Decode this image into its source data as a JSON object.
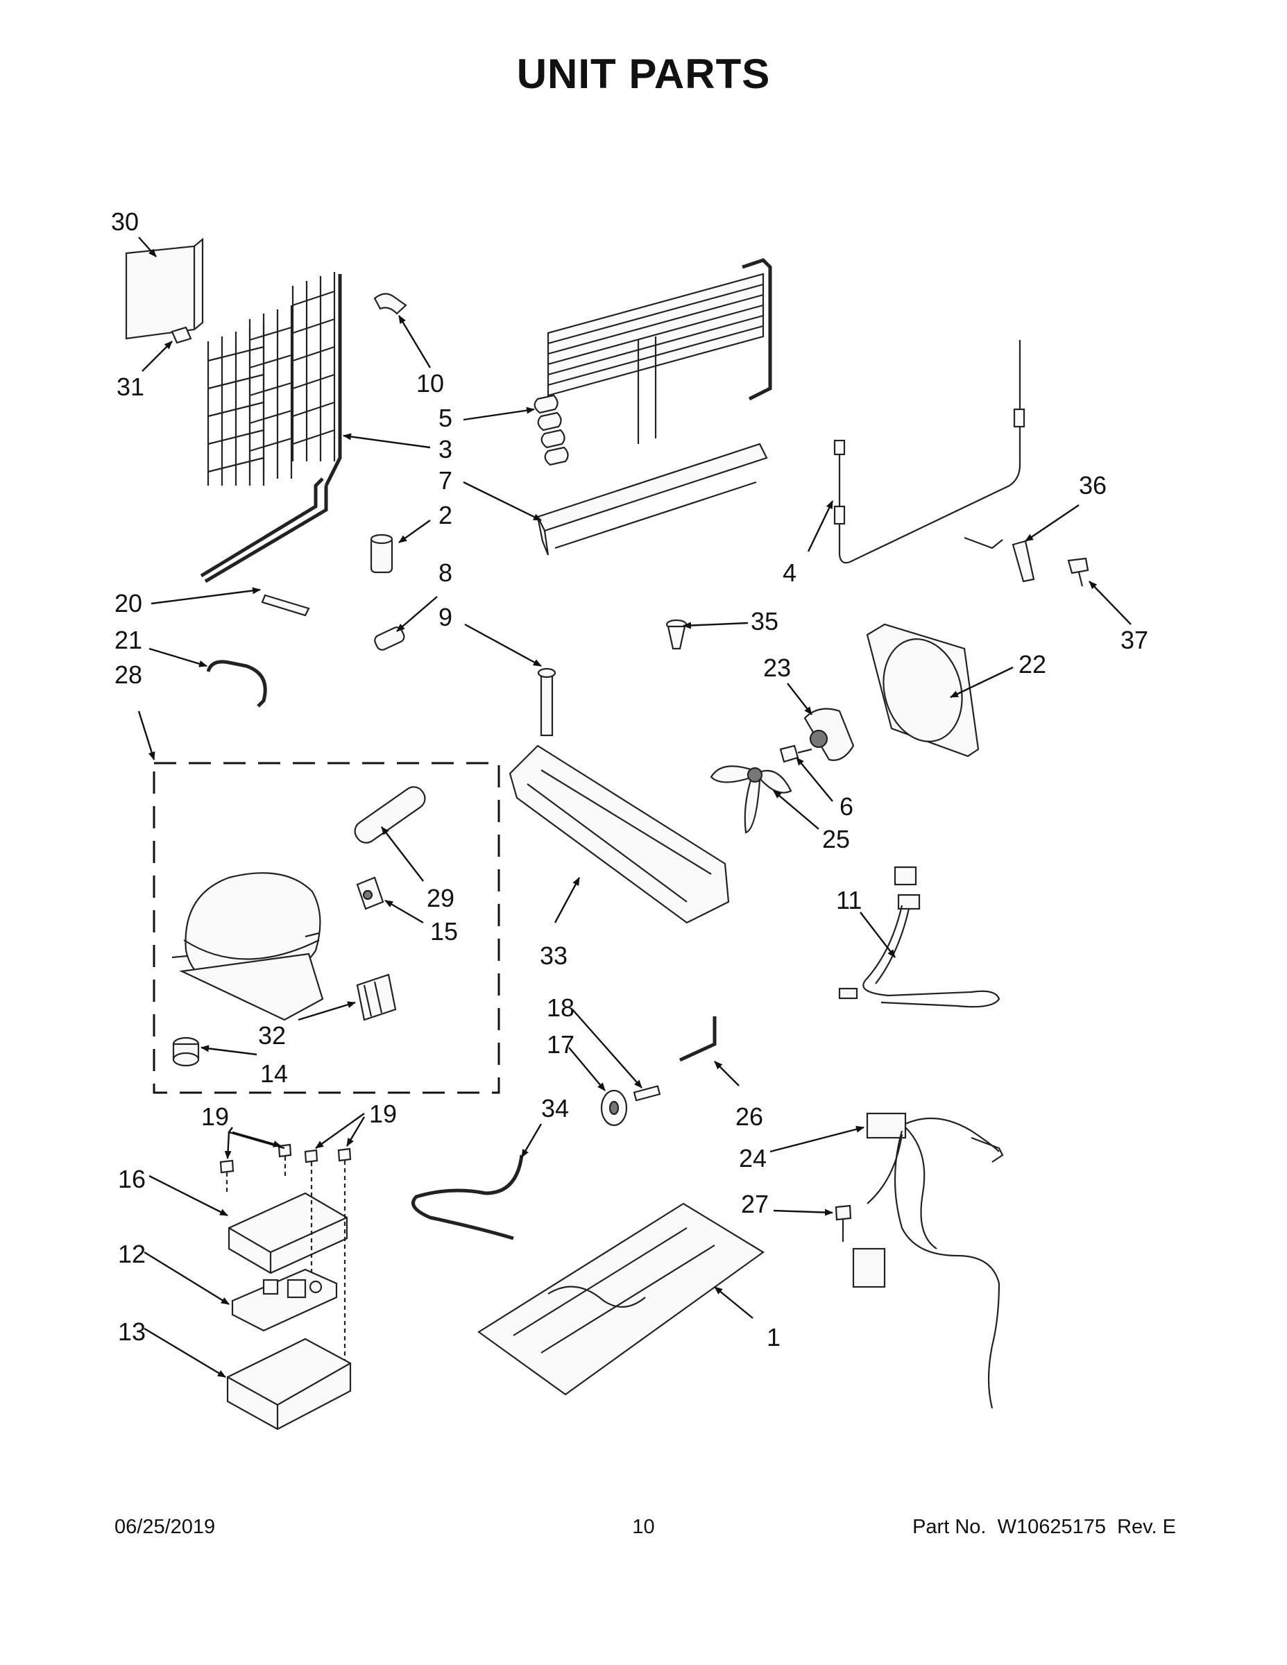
{
  "title": "UNIT PARTS",
  "footer": {
    "date": "06/25/2019",
    "page": "10",
    "part_label": "Part No.",
    "part_number": "W10625175",
    "rev": "Rev. E"
  },
  "callouts": {
    "c1": "1",
    "c2": "2",
    "c3": "3",
    "c4": "4",
    "c5": "5",
    "c6": "6",
    "c7": "7",
    "c8": "8",
    "c9": "9",
    "c10": "10",
    "c11": "11",
    "c12": "12",
    "c13": "13",
    "c14": "14",
    "c15": "15",
    "c16": "16",
    "c17": "17",
    "c18": "18",
    "c19a": "19",
    "c19b": "19",
    "c20": "20",
    "c21": "21",
    "c22": "22",
    "c23": "23",
    "c24": "24",
    "c25": "25",
    "c26": "26",
    "c27": "27",
    "c28": "28",
    "c29": "29",
    "c30": "30",
    "c31": "31",
    "c32": "32",
    "c33": "33",
    "c34": "34",
    "c35": "35",
    "c36": "36",
    "c37": "37"
  }
}
